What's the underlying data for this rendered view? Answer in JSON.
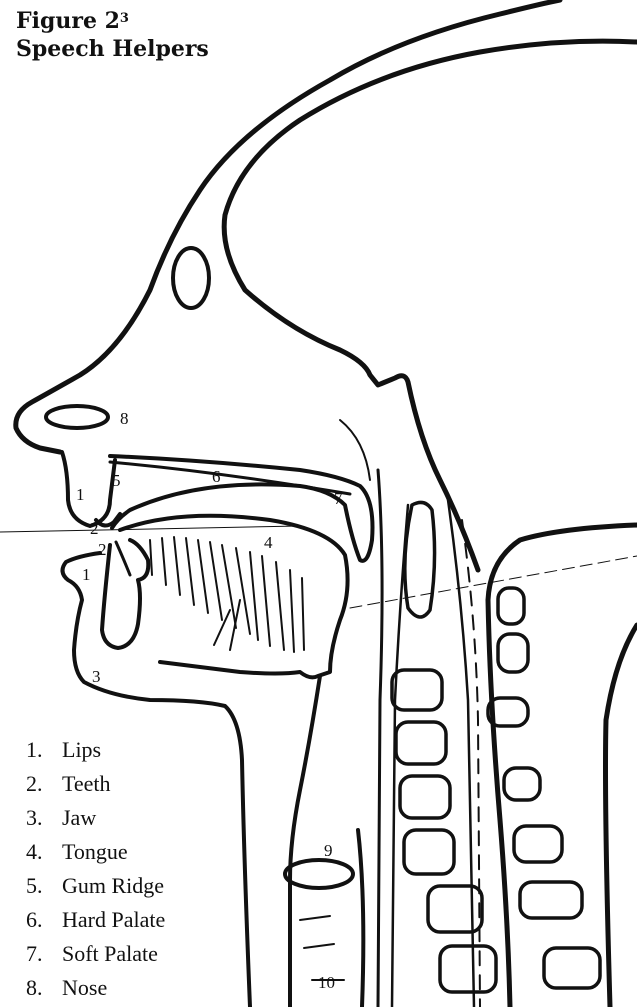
{
  "title": {
    "line1": "Figure 2",
    "superscript": "3",
    "line2": "Speech Helpers"
  },
  "callouts": [
    "1",
    "5",
    "6",
    "8",
    "7",
    "2",
    "2",
    "4",
    "1",
    "3",
    "9",
    "10"
  ],
  "legend": [
    {
      "num": "1.",
      "label": "Lips"
    },
    {
      "num": "2.",
      "label": "Teeth"
    },
    {
      "num": "3.",
      "label": "Jaw"
    },
    {
      "num": "4.",
      "label": "Tongue"
    },
    {
      "num": "5.",
      "label": "Gum Ridge"
    },
    {
      "num": "6.",
      "label": "Hard Palate"
    },
    {
      "num": "7.",
      "label": "Soft Palate"
    },
    {
      "num": "8.",
      "label": "Nose"
    }
  ],
  "colors": {
    "ink": "#111111",
    "paper": "#ffffff"
  }
}
